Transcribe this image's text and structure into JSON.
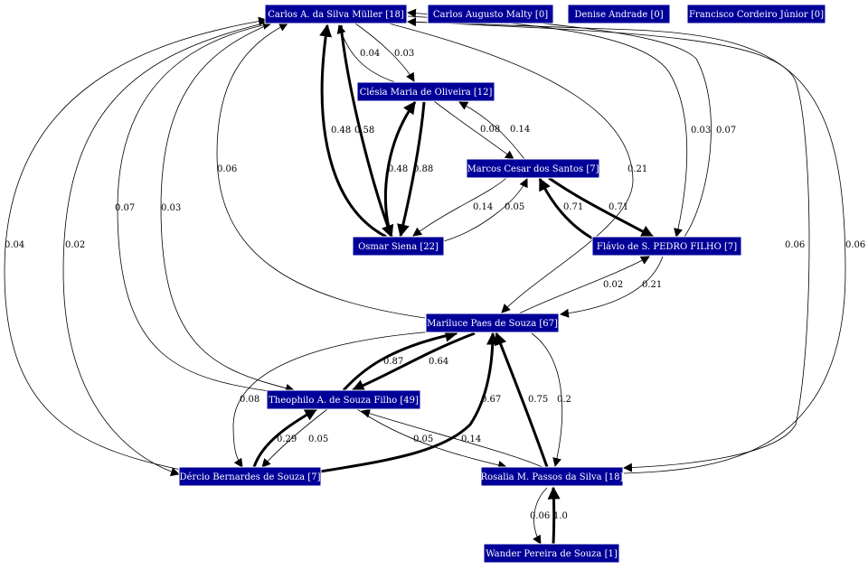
{
  "graph": {
    "nodes": [
      {
        "id": "carlos",
        "label": "Carlos A. da Silva Müller [18]"
      },
      {
        "id": "malty",
        "label": "Carlos Augusto Malty [0]"
      },
      {
        "id": "denise",
        "label": "Denise Andrade [0]"
      },
      {
        "id": "francisco",
        "label": "Francisco Cordeiro Júnior [0]"
      },
      {
        "id": "clesia",
        "label": "Clésia Maria de Oliveira [12]"
      },
      {
        "id": "marcos",
        "label": "Marcos Cesar dos Santos [7]"
      },
      {
        "id": "osmar",
        "label": "Osmar Siena [22]"
      },
      {
        "id": "flavio",
        "label": "Flávio de S. PEDRO FILHO [7]"
      },
      {
        "id": "mariluce",
        "label": "Mariluce Paes de Souza [67]"
      },
      {
        "id": "theophilo",
        "label": "Theophilo A. de Souza Filho [49]"
      },
      {
        "id": "dercio",
        "label": "Dércio Bernardes de Souza [7]"
      },
      {
        "id": "rosalia",
        "label": "Rosalia M. Passos da Silva [18]"
      },
      {
        "id": "wander",
        "label": "Wander Pereira de Souza [1]"
      }
    ],
    "edges": [
      {
        "from": "clesia",
        "to": "carlos",
        "weight": "0.04"
      },
      {
        "from": "carlos",
        "to": "clesia",
        "weight": "0.03"
      },
      {
        "from": "osmar",
        "to": "carlos",
        "weight": "0.48"
      },
      {
        "from": "carlos",
        "to": "osmar",
        "weight": "0.58"
      },
      {
        "from": "mariluce",
        "to": "carlos",
        "weight": "0.06"
      },
      {
        "from": "carlos",
        "to": "mariluce",
        "weight": "0.21"
      },
      {
        "from": "theophilo",
        "to": "carlos",
        "weight": "0.07"
      },
      {
        "from": "carlos",
        "to": "theophilo",
        "weight": "0.03"
      },
      {
        "from": "dercio",
        "to": "carlos",
        "weight": "0.04"
      },
      {
        "from": "carlos",
        "to": "dercio",
        "weight": "0.02"
      },
      {
        "from": "carlos",
        "to": "flavio",
        "weight": "0.03"
      },
      {
        "from": "flavio",
        "to": "carlos",
        "weight": "0.07"
      },
      {
        "from": "carlos",
        "to": "rosalia",
        "weight": "0.06"
      },
      {
        "from": "rosalia",
        "to": "carlos",
        "weight": "0.06"
      },
      {
        "from": "clesia",
        "to": "marcos",
        "weight": "0.08"
      },
      {
        "from": "marcos",
        "to": "clesia",
        "weight": "0.14"
      },
      {
        "from": "osmar",
        "to": "clesia",
        "weight": "0.48"
      },
      {
        "from": "clesia",
        "to": "osmar",
        "weight": "0.88"
      },
      {
        "from": "marcos",
        "to": "osmar",
        "weight": "0.14"
      },
      {
        "from": "osmar",
        "to": "marcos",
        "weight": "0.05"
      },
      {
        "from": "flavio",
        "to": "marcos",
        "weight": "0.71"
      },
      {
        "from": "marcos",
        "to": "flavio",
        "weight": "0.71"
      },
      {
        "from": "mariluce",
        "to": "flavio",
        "weight": "0.02"
      },
      {
        "from": "flavio",
        "to": "mariluce",
        "weight": "0.21"
      },
      {
        "from": "theophilo",
        "to": "mariluce",
        "weight": "0.87"
      },
      {
        "from": "mariluce",
        "to": "theophilo",
        "weight": "0.64"
      },
      {
        "from": "mariluce",
        "to": "dercio",
        "weight": "0.08"
      },
      {
        "from": "dercio",
        "to": "mariluce",
        "weight": "0.67"
      },
      {
        "from": "rosalia",
        "to": "mariluce",
        "weight": "0.75"
      },
      {
        "from": "mariluce",
        "to": "rosalia",
        "weight": "0.2"
      },
      {
        "from": "dercio",
        "to": "theophilo",
        "weight": "0.29"
      },
      {
        "from": "theophilo",
        "to": "dercio",
        "weight": "0.05"
      },
      {
        "from": "theophilo",
        "to": "rosalia",
        "weight": "0.05"
      },
      {
        "from": "rosalia",
        "to": "theophilo",
        "weight": "0.14"
      },
      {
        "from": "rosalia",
        "to": "wander",
        "weight": "0.06"
      },
      {
        "from": "wander",
        "to": "rosalia",
        "weight": "1.0"
      }
    ]
  }
}
